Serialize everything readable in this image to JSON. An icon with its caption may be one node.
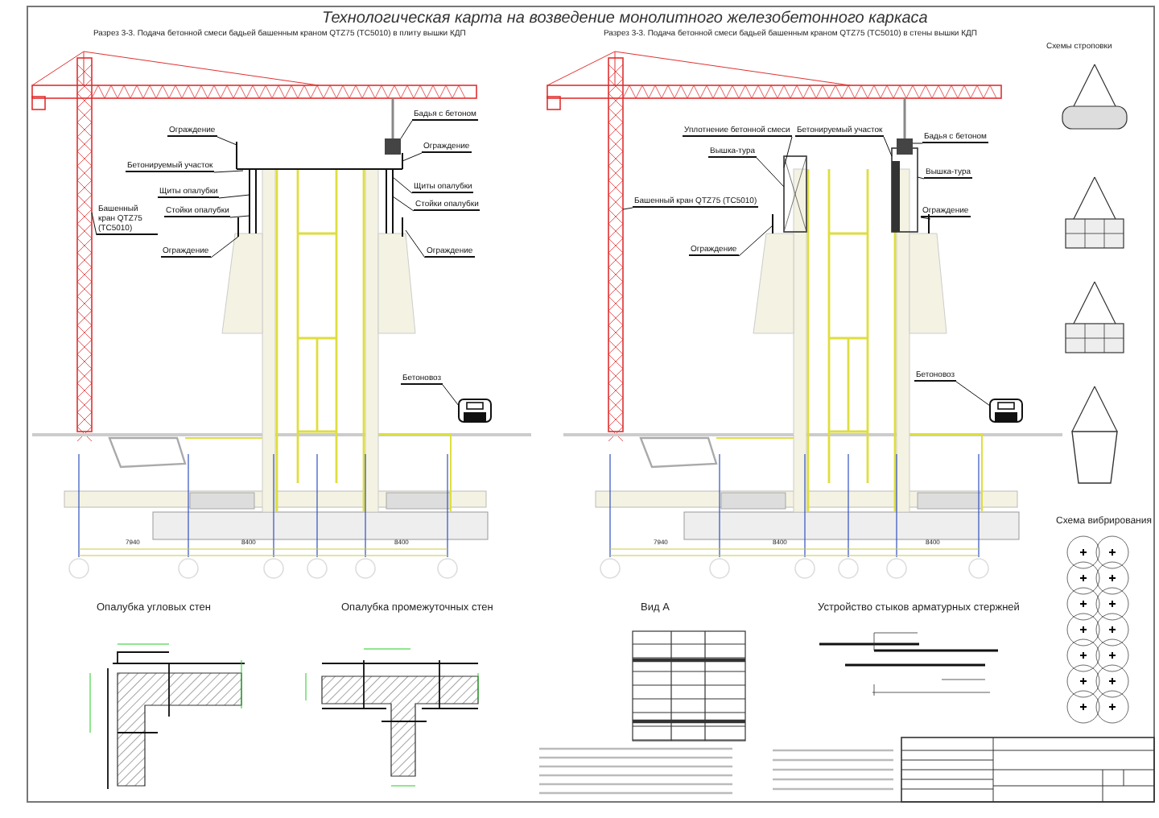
{
  "diagram": {
    "title": "Технологическая карта на возведение монолитного железобетонного каркаса",
    "nodes": [
      {
        "text": [
          "Бетонируемый участок"
        ]
      },
      {
        "text": [
          "Ограждение"
        ]
      },
      {
        "text": [
          "Башенный кран QTZ75 (TC5010)"
        ]
      },
      {
        "text": [
          "Щиты опалубки"
        ]
      },
      {
        "text": [
          "Стойки опалубки"
        ]
      },
      {
        "text": [
          "Ограждение"
        ]
      },
      {
        "text": [
          "Бадья с бетоном"
        ]
      },
      {
        "text": [
          "Ограждение"
        ]
      },
      {
        "text": [
          "Щиты опалубки"
        ]
      },
      {
        "text": [
          "Стойки опалубки"
        ]
      },
      {
        "text": [
          "Ограждение"
        ]
      },
      {
        "text": [
          "Бетоновоз"
        ]
      },
      {
        "text": [
          "Уплотнение бетонной смеси"
        ]
      },
      {
        "text": [
          "Вышка-тура"
        ]
      },
      {
        "text": [
          "Башенный кран QTZ75 (TC5010)"
        ]
      },
      {
        "text": [
          "Ограждение"
        ]
      },
      {
        "text": [
          "Бетонируемый участок"
        ]
      },
      {
        "text": [
          "Бадья с бетоном"
        ]
      },
      {
        "text": [
          "Вышка-тура"
        ]
      },
      {
        "text": [
          "Ограждение"
        ]
      },
      {
        "text": [
          "Бетоновоз"
        ]
      },
      {
        "text": [],
        "shape": "picture"
      },
      {
        "text": [],
        "shape": "picture"
      }
    ],
    "edges": [
      {
        "from": 0,
        "to": null,
        "arrow": "none"
      },
      {
        "from": 1,
        "to": null,
        "arrow": "none"
      },
      {
        "from": 2,
        "to": null,
        "arrow": "none"
      },
      {
        "from": 3,
        "to": null,
        "arrow": "none"
      },
      {
        "from": 4,
        "to": null,
        "arrow": "none"
      },
      {
        "from": 5,
        "to": null,
        "arrow": "none"
      },
      {
        "from": 6,
        "to": null,
        "arrow": "none"
      },
      {
        "from": 7,
        "to": null,
        "arrow": "none"
      },
      {
        "from": 8,
        "to": null,
        "arrow": "none"
      },
      {
        "from": 9,
        "to": null,
        "arrow": "none"
      },
      {
        "from": 10,
        "to": null,
        "arrow": "none"
      },
      {
        "from": 11,
        "to": 21,
        "arrow": "none"
      },
      {
        "from": 12,
        "to": null,
        "arrow": "none"
      },
      {
        "from": 13,
        "to": null,
        "arrow": "none"
      },
      {
        "from": 14,
        "to": null,
        "arrow": "none"
      },
      {
        "from": 15,
        "to": null,
        "arrow": "none"
      },
      {
        "from": 16,
        "to": null,
        "arrow": "none"
      },
      {
        "from": 17,
        "to": null,
        "arrow": "none"
      },
      {
        "from": 18,
        "to": null,
        "arrow": "none"
      },
      {
        "from": 19,
        "to": null,
        "arrow": "none"
      },
      {
        "from": 20,
        "to": 22,
        "arrow": "none"
      }
    ],
    "labels": [
      "Разрез 3-3. Подача бетонной смеси бадьей башенным краном QTZ75 (TC5010) в плиту вышки КДП",
      "Разрез 3-3. Подача бетонной смеси бадьей башенным краном QTZ75 (TC5010) в стены вышки КДП",
      "Схемы строповки",
      "7940",
      "8400",
      "8400",
      "7940",
      "8400",
      "8400",
      "Схема вибрирования",
      "Опалубка угловых стен",
      "Опалубка промежуточных стен",
      "Вид А",
      "Устройство стыков арматурных стержней"
    ]
  }
}
